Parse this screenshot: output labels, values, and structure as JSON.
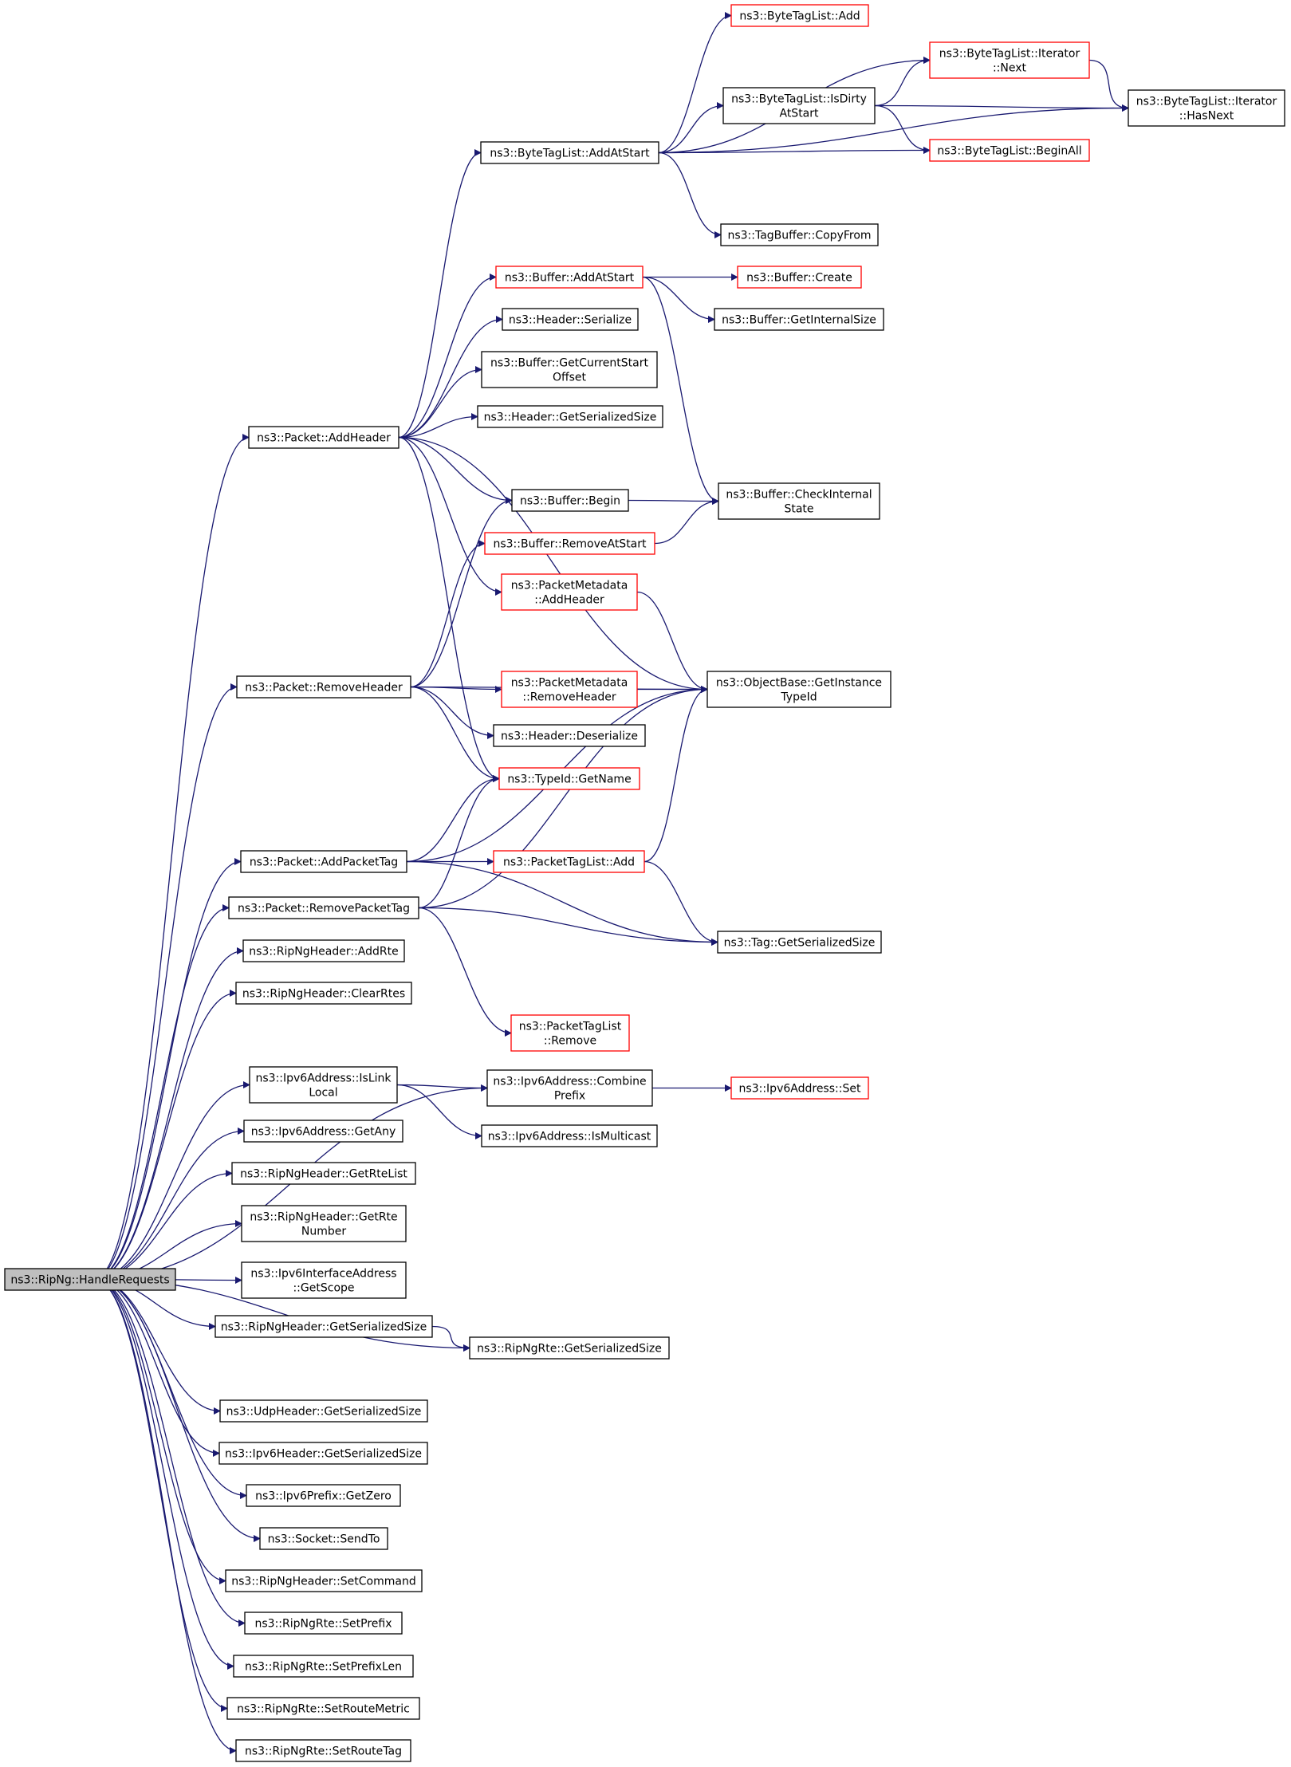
{
  "nodes": [
    {
      "id": "root",
      "lines": [
        "ns3::RipNg::HandleRequests"
      ],
      "style": "root"
    },
    {
      "id": "btl_add",
      "lines": [
        "ns3::ByteTagList::Add"
      ],
      "style": "trunc"
    },
    {
      "id": "btl_it_next",
      "lines": [
        "ns3::ByteTagList::Iterator",
        "::Next"
      ],
      "style": "trunc"
    },
    {
      "id": "btl_isdirty",
      "lines": [
        "ns3::ByteTagList::IsDirty",
        "AtStart"
      ],
      "style": "normal"
    },
    {
      "id": "btl_it_hasnext",
      "lines": [
        "ns3::ByteTagList::Iterator",
        "::HasNext"
      ],
      "style": "normal"
    },
    {
      "id": "btl_addatstart",
      "lines": [
        "ns3::ByteTagList::AddAtStart"
      ],
      "style": "normal"
    },
    {
      "id": "btl_beginall",
      "lines": [
        "ns3::ByteTagList::BeginAll"
      ],
      "style": "trunc"
    },
    {
      "id": "tagbuf_copyfrom",
      "lines": [
        "ns3::TagBuffer::CopyFrom"
      ],
      "style": "normal"
    },
    {
      "id": "buf_addatstart",
      "lines": [
        "ns3::Buffer::AddAtStart"
      ],
      "style": "trunc"
    },
    {
      "id": "buf_create",
      "lines": [
        "ns3::Buffer::Create"
      ],
      "style": "trunc"
    },
    {
      "id": "hdr_serialize",
      "lines": [
        "ns3::Header::Serialize"
      ],
      "style": "normal"
    },
    {
      "id": "buf_getinternalsize",
      "lines": [
        "ns3::Buffer::GetInternalSize"
      ],
      "style": "normal"
    },
    {
      "id": "buf_getcurstart",
      "lines": [
        "ns3::Buffer::GetCurrentStart",
        "Offset"
      ],
      "style": "normal"
    },
    {
      "id": "hdr_getsersize",
      "lines": [
        "ns3::Header::GetSerializedSize"
      ],
      "style": "normal"
    },
    {
      "id": "pkt_addheader",
      "lines": [
        "ns3::Packet::AddHeader"
      ],
      "style": "normal"
    },
    {
      "id": "buf_begin",
      "lines": [
        "ns3::Buffer::Begin"
      ],
      "style": "normal"
    },
    {
      "id": "buf_checkinternal",
      "lines": [
        "ns3::Buffer::CheckInternal",
        "State"
      ],
      "style": "normal"
    },
    {
      "id": "buf_removeatstart",
      "lines": [
        "ns3::Buffer::RemoveAtStart"
      ],
      "style": "trunc"
    },
    {
      "id": "pm_addheader",
      "lines": [
        "ns3::PacketMetadata",
        "::AddHeader"
      ],
      "style": "trunc"
    },
    {
      "id": "pkt_removeheader",
      "lines": [
        "ns3::Packet::RemoveHeader"
      ],
      "style": "normal"
    },
    {
      "id": "pm_removeheader",
      "lines": [
        "ns3::PacketMetadata",
        "::RemoveHeader"
      ],
      "style": "trunc"
    },
    {
      "id": "ob_getinstancetypeid",
      "lines": [
        "ns3::ObjectBase::GetInstance",
        "TypeId"
      ],
      "style": "normal"
    },
    {
      "id": "hdr_deserialize",
      "lines": [
        "ns3::Header::Deserialize"
      ],
      "style": "normal"
    },
    {
      "id": "typeid_getname",
      "lines": [
        "ns3::TypeId::GetName"
      ],
      "style": "trunc"
    },
    {
      "id": "pkt_addpackettag",
      "lines": [
        "ns3::Packet::AddPacketTag"
      ],
      "style": "normal"
    },
    {
      "id": "ptl_add",
      "lines": [
        "ns3::PacketTagList::Add"
      ],
      "style": "trunc"
    },
    {
      "id": "pkt_removepackettag",
      "lines": [
        "ns3::Packet::RemovePacketTag"
      ],
      "style": "normal"
    },
    {
      "id": "tag_getsersize",
      "lines": [
        "ns3::Tag::GetSerializedSize"
      ],
      "style": "normal"
    },
    {
      "id": "rnh_addrte",
      "lines": [
        "ns3::RipNgHeader::AddRte"
      ],
      "style": "normal"
    },
    {
      "id": "rnh_clearrtes",
      "lines": [
        "ns3::RipNgHeader::ClearRtes"
      ],
      "style": "normal"
    },
    {
      "id": "ptl_remove",
      "lines": [
        "ns3::PacketTagList",
        "::Remove"
      ],
      "style": "trunc"
    },
    {
      "id": "ipv6_islinklocal",
      "lines": [
        "ns3::Ipv6Address::IsLink",
        "Local"
      ],
      "style": "normal"
    },
    {
      "id": "ipv6_combineprefix",
      "lines": [
        "ns3::Ipv6Address::Combine",
        "Prefix"
      ],
      "style": "normal"
    },
    {
      "id": "ipv6_set",
      "lines": [
        "ns3::Ipv6Address::Set"
      ],
      "style": "trunc"
    },
    {
      "id": "ipv6_getany",
      "lines": [
        "ns3::Ipv6Address::GetAny"
      ],
      "style": "normal"
    },
    {
      "id": "ipv6_ismulticast",
      "lines": [
        "ns3::Ipv6Address::IsMulticast"
      ],
      "style": "normal"
    },
    {
      "id": "rnh_getrtelist",
      "lines": [
        "ns3::RipNgHeader::GetRteList"
      ],
      "style": "normal"
    },
    {
      "id": "rnh_getrtenumber",
      "lines": [
        "ns3::RipNgHeader::GetRte",
        "Number"
      ],
      "style": "normal"
    },
    {
      "id": "ipv6if_getscope",
      "lines": [
        "ns3::Ipv6InterfaceAddress",
        "::GetScope"
      ],
      "style": "normal"
    },
    {
      "id": "rnh_getsersize",
      "lines": [
        "ns3::RipNgHeader::GetSerializedSize"
      ],
      "style": "normal"
    },
    {
      "id": "rnrte_getsersize",
      "lines": [
        "ns3::RipNgRte::GetSerializedSize"
      ],
      "style": "normal"
    },
    {
      "id": "udp_getsersize",
      "lines": [
        "ns3::UdpHeader::GetSerializedSize"
      ],
      "style": "normal"
    },
    {
      "id": "ipv6h_getsersize",
      "lines": [
        "ns3::Ipv6Header::GetSerializedSize"
      ],
      "style": "normal"
    },
    {
      "id": "ipv6p_getzero",
      "lines": [
        "ns3::Ipv6Prefix::GetZero"
      ],
      "style": "normal"
    },
    {
      "id": "socket_sendto",
      "lines": [
        "ns3::Socket::SendTo"
      ],
      "style": "normal"
    },
    {
      "id": "rnh_setcommand",
      "lines": [
        "ns3::RipNgHeader::SetCommand"
      ],
      "style": "normal"
    },
    {
      "id": "rnrte_setprefix",
      "lines": [
        "ns3::RipNgRte::SetPrefix"
      ],
      "style": "normal"
    },
    {
      "id": "rnrte_setprefixlen",
      "lines": [
        "ns3::RipNgRte::SetPrefixLen"
      ],
      "style": "normal"
    },
    {
      "id": "rnrte_setroutemetric",
      "lines": [
        "ns3::RipNgRte::SetRouteMetric"
      ],
      "style": "normal"
    },
    {
      "id": "rnrte_setroutetag",
      "lines": [
        "ns3::RipNgRte::SetRouteTag"
      ],
      "style": "normal"
    }
  ],
  "edges": [
    [
      "btl_addatstart",
      "btl_add"
    ],
    [
      "btl_addatstart",
      "btl_it_next"
    ],
    [
      "btl_addatstart",
      "btl_isdirty"
    ],
    [
      "btl_addatstart",
      "btl_beginall"
    ],
    [
      "btl_addatstart",
      "btl_it_hasnext"
    ],
    [
      "btl_addatstart",
      "tagbuf_copyfrom"
    ],
    [
      "btl_isdirty",
      "btl_it_next"
    ],
    [
      "btl_isdirty",
      "btl_it_hasnext"
    ],
    [
      "btl_isdirty",
      "btl_beginall"
    ],
    [
      "btl_it_next",
      "btl_it_hasnext"
    ],
    [
      "pkt_addheader",
      "btl_addatstart"
    ],
    [
      "pkt_addheader",
      "buf_addatstart"
    ],
    [
      "pkt_addheader",
      "hdr_serialize"
    ],
    [
      "pkt_addheader",
      "buf_getcurstart"
    ],
    [
      "pkt_addheader",
      "hdr_getsersize"
    ],
    [
      "pkt_addheader",
      "ob_getinstancetypeid"
    ],
    [
      "pkt_addheader",
      "buf_begin"
    ],
    [
      "pkt_addheader",
      "pm_addheader"
    ],
    [
      "pkt_addheader",
      "typeid_getname"
    ],
    [
      "buf_addatstart",
      "buf_create"
    ],
    [
      "buf_addatstart",
      "buf_getinternalsize"
    ],
    [
      "buf_addatstart",
      "buf_checkinternal"
    ],
    [
      "buf_begin",
      "buf_checkinternal"
    ],
    [
      "buf_removeatstart",
      "buf_checkinternal"
    ],
    [
      "pm_addheader",
      "ob_getinstancetypeid"
    ],
    [
      "pkt_removeheader",
      "buf_begin"
    ],
    [
      "pkt_removeheader",
      "buf_removeatstart"
    ],
    [
      "pkt_removeheader",
      "ob_getinstancetypeid"
    ],
    [
      "pkt_removeheader",
      "pm_removeheader"
    ],
    [
      "pkt_removeheader",
      "hdr_deserialize"
    ],
    [
      "pkt_removeheader",
      "typeid_getname"
    ],
    [
      "pm_removeheader",
      "ob_getinstancetypeid"
    ],
    [
      "pkt_addpackettag",
      "typeid_getname"
    ],
    [
      "pkt_addpackettag",
      "ob_getinstancetypeid"
    ],
    [
      "pkt_addpackettag",
      "ptl_add"
    ],
    [
      "pkt_addpackettag",
      "tag_getsersize"
    ],
    [
      "ptl_add",
      "ob_getinstancetypeid"
    ],
    [
      "ptl_add",
      "tag_getsersize"
    ],
    [
      "pkt_removepackettag",
      "typeid_getname"
    ],
    [
      "pkt_removepackettag",
      "ob_getinstancetypeid"
    ],
    [
      "pkt_removepackettag",
      "tag_getsersize"
    ],
    [
      "pkt_removepackettag",
      "ptl_remove"
    ],
    [
      "ipv6_islinklocal",
      "ipv6_combineprefix"
    ],
    [
      "ipv6_islinklocal",
      "ipv6_ismulticast"
    ],
    [
      "ipv6_combineprefix",
      "ipv6_set"
    ],
    [
      "rnh_getsersize",
      "rnrte_getsersize"
    ],
    [
      "root",
      "pkt_addheader"
    ],
    [
      "root",
      "pkt_removeheader"
    ],
    [
      "root",
      "pkt_addpackettag"
    ],
    [
      "root",
      "pkt_removepackettag"
    ],
    [
      "root",
      "rnh_addrte"
    ],
    [
      "root",
      "rnh_clearrtes"
    ],
    [
      "root",
      "ipv6_combineprefix"
    ],
    [
      "root",
      "ipv6_islinklocal"
    ],
    [
      "root",
      "ipv6_getany"
    ],
    [
      "root",
      "rnh_getrtelist"
    ],
    [
      "root",
      "rnh_getrtenumber"
    ],
    [
      "root",
      "ipv6if_getscope"
    ],
    [
      "root",
      "rnh_getsersize"
    ],
    [
      "root",
      "rnrte_getsersize"
    ],
    [
      "root",
      "udp_getsersize"
    ],
    [
      "root",
      "ipv6h_getsersize"
    ],
    [
      "root",
      "ipv6p_getzero"
    ],
    [
      "root",
      "socket_sendto"
    ],
    [
      "root",
      "rnh_setcommand"
    ],
    [
      "root",
      "rnrte_setprefix"
    ],
    [
      "root",
      "rnrte_setprefixlen"
    ],
    [
      "root",
      "rnrte_setroutemetric"
    ],
    [
      "root",
      "rnrte_setroutetag"
    ]
  ],
  "colors": {
    "edge": "#191970",
    "border_normal": "#000000",
    "border_truncated": "#ff0000",
    "root_fill": "#bfbfbf",
    "fill": "#ffffff"
  }
}
